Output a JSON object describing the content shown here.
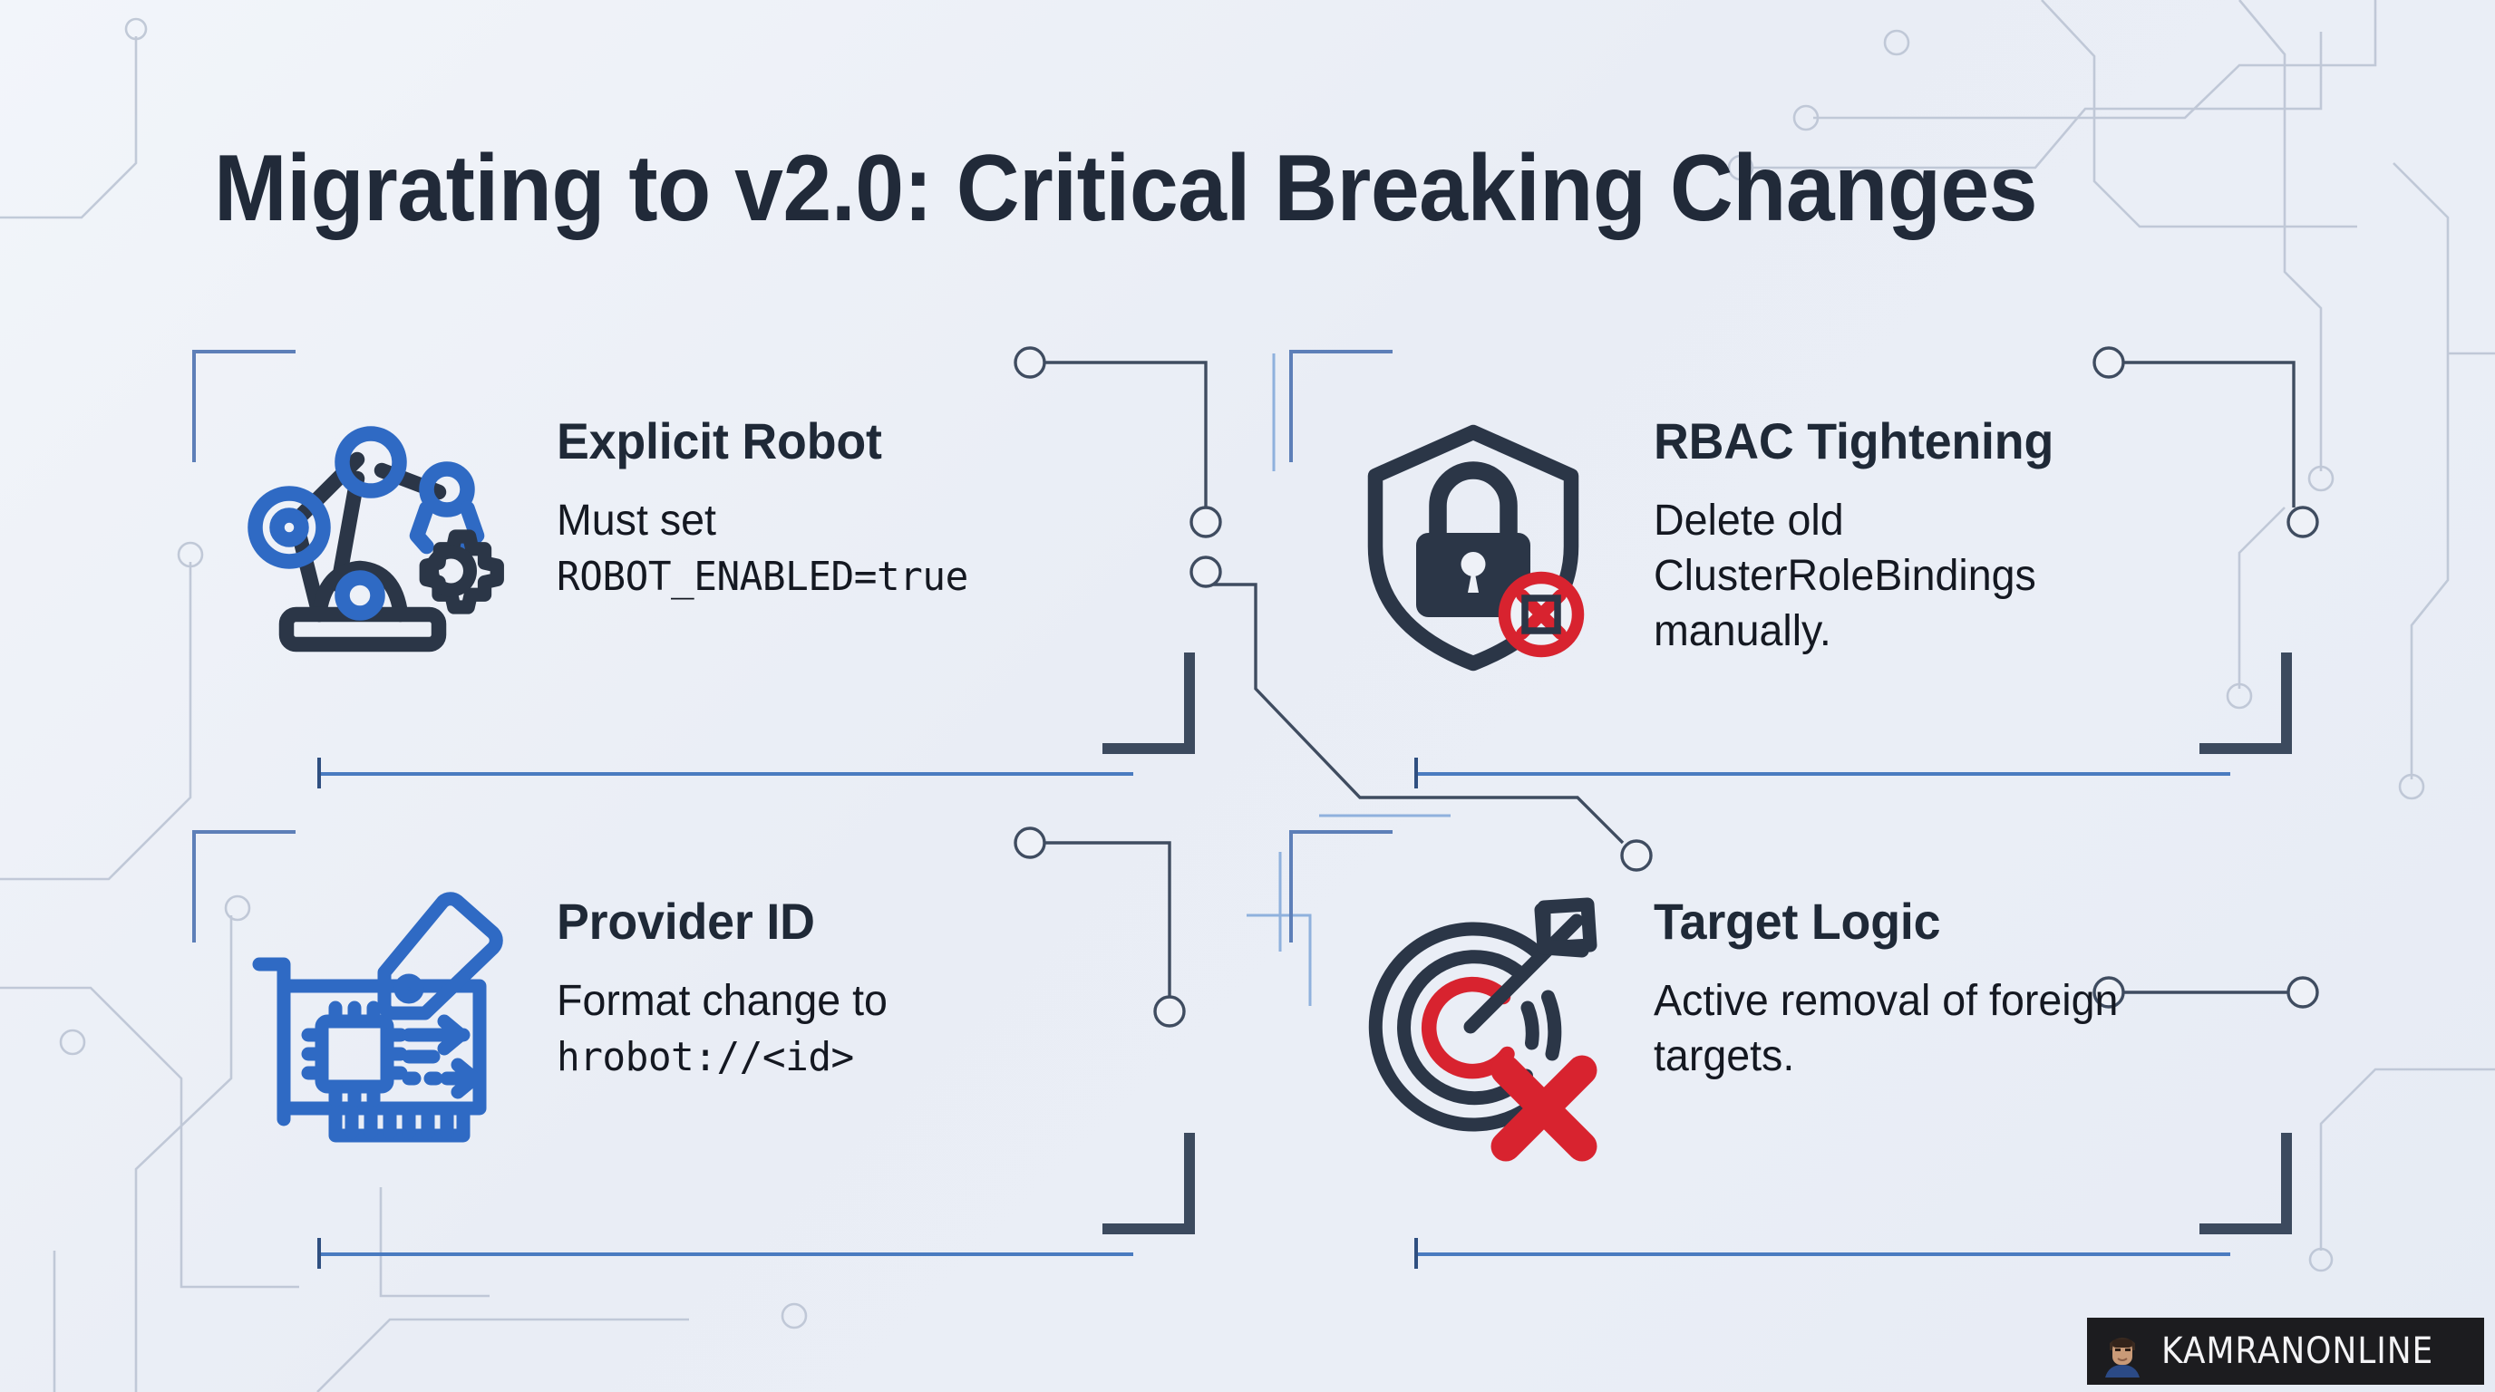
{
  "slide": {
    "title": "Migrating to v2.0: Critical Breaking Changes",
    "background_color": "#eef1f7",
    "title_color": "#212a39",
    "accent_blue": "#2f6ac4",
    "accent_dark": "#2b3647",
    "accent_red": "#d8232f",
    "bracket_blue": "#5d7fb8",
    "bracket_dark": "#3c4a5e",
    "rule_blue": "#4a7bc0"
  },
  "cards": [
    {
      "id": "explicit-robot",
      "icon": "robot-arm-gear-icon",
      "title": "Explicit Robot",
      "body_lead": "Must set",
      "body_code": "ROBOT_ENABLED=true",
      "body_tail": ""
    },
    {
      "id": "rbac-tightening",
      "icon": "shield-lock-prohibited-icon",
      "title": "RBAC Tightening",
      "body_lead": "Delete old ClusterRoleBindings manually.",
      "body_code": "",
      "body_tail": ""
    },
    {
      "id": "provider-id",
      "icon": "expansion-card-chip-tag-icon",
      "title": "Provider ID",
      "body_lead": "Format change to",
      "body_code": "hrobot://<id>",
      "body_tail": ""
    },
    {
      "id": "target-logic",
      "icon": "target-arrow-cross-icon",
      "title": "Target Logic",
      "body_lead": "Active removal of foreign targets.",
      "body_code": "",
      "body_tail": ""
    }
  ],
  "watermark": {
    "label": "KAMRANONLINE",
    "avatar": "user-avatar-icon",
    "badge_color": "#1c1c1f"
  }
}
